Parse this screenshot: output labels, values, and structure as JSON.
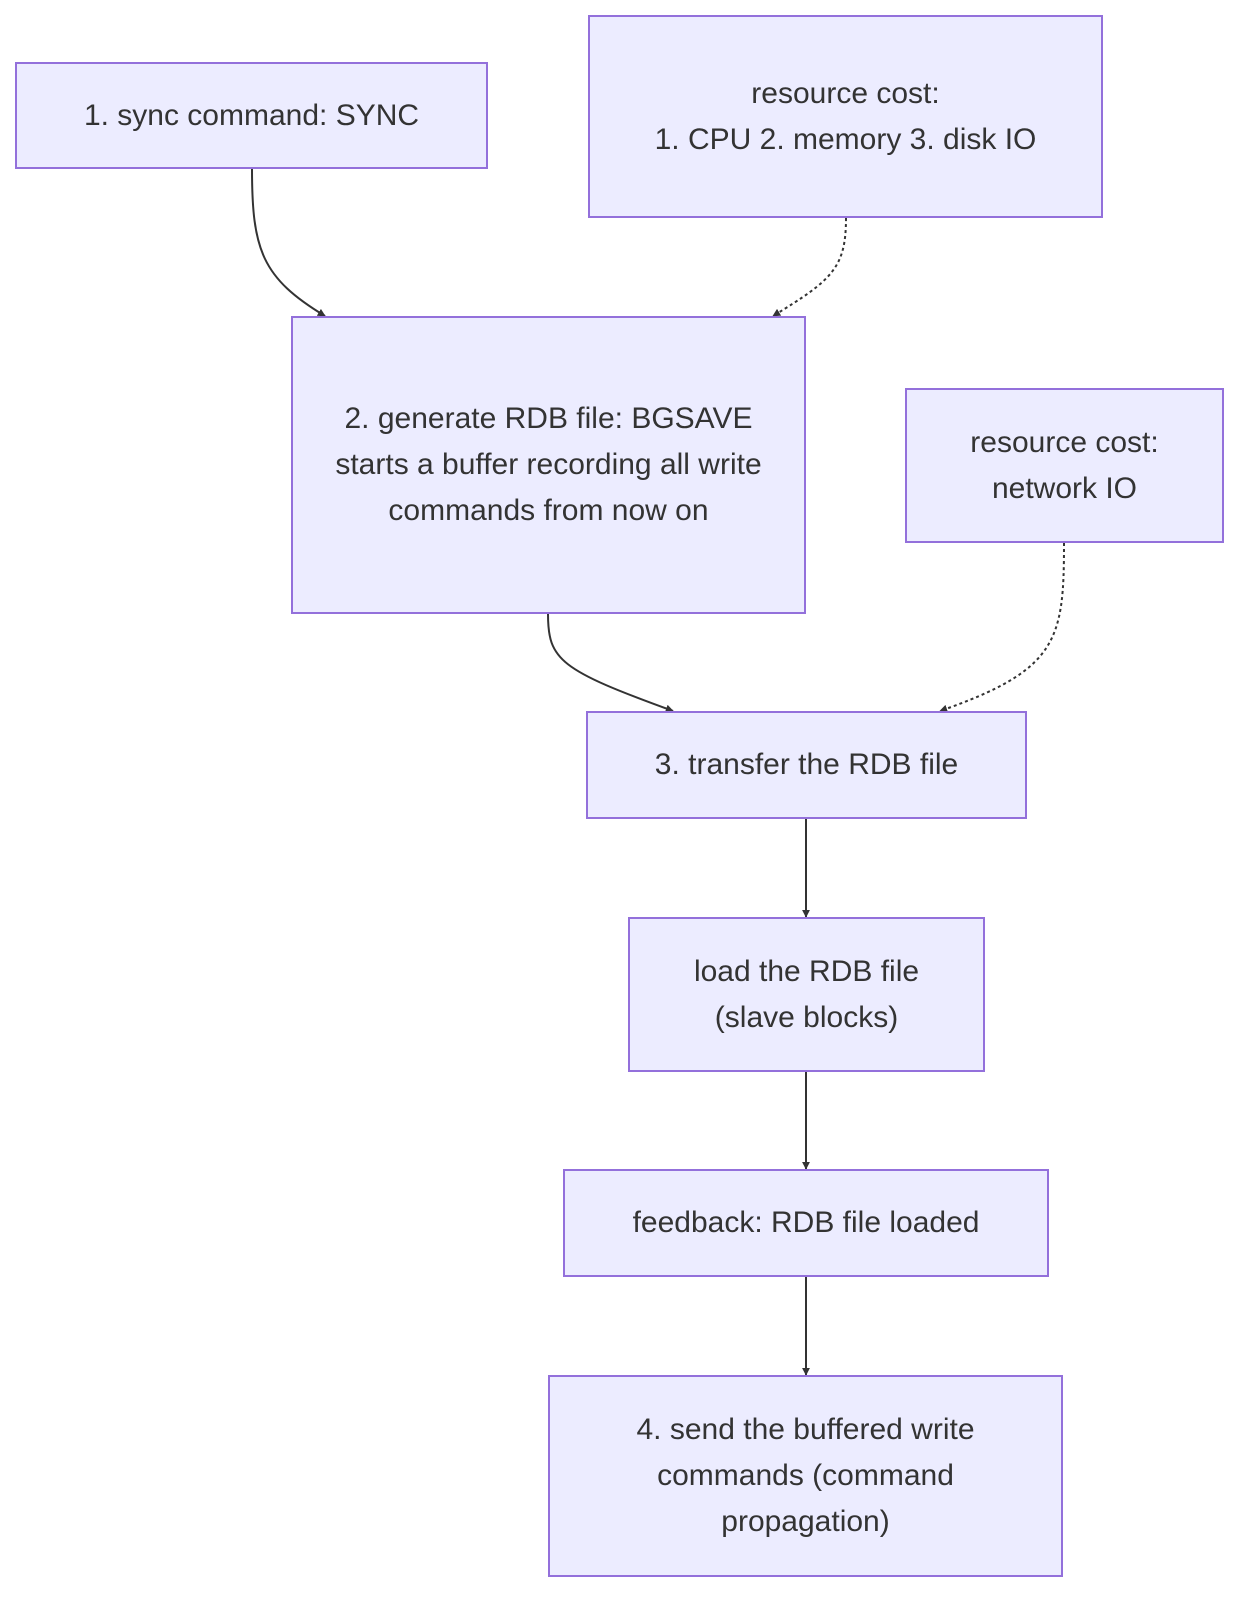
{
  "diagram": {
    "nodes": {
      "sync": {
        "lines": [
          "1. sync command: SYNC"
        ]
      },
      "cost_disk": {
        "lines": [
          "resource cost:",
          "1. CPU  2. memory  3. disk IO"
        ]
      },
      "generate": {
        "lines": [
          "2. generate RDB file: BGSAVE",
          "starts a buffer recording all write",
          "commands from now on"
        ]
      },
      "cost_network": {
        "lines": [
          "resource cost:",
          "network IO"
        ]
      },
      "transfer": {
        "lines": [
          "3. transfer the RDB file"
        ]
      },
      "load": {
        "lines": [
          "load the RDB file",
          "(slave blocks)"
        ]
      },
      "feedback": {
        "lines": [
          "feedback: RDB file loaded"
        ]
      },
      "send": {
        "lines": [
          "4. send the buffered write commands (command propagation)"
        ]
      }
    },
    "edges": [
      {
        "from": "sync",
        "to": "generate",
        "style": "solid"
      },
      {
        "from": "cost_disk",
        "to": "generate",
        "style": "dotted"
      },
      {
        "from": "generate",
        "to": "transfer",
        "style": "solid"
      },
      {
        "from": "cost_network",
        "to": "transfer",
        "style": "dotted"
      },
      {
        "from": "transfer",
        "to": "load",
        "style": "solid"
      },
      {
        "from": "load",
        "to": "feedback",
        "style": "solid"
      },
      {
        "from": "feedback",
        "to": "send",
        "style": "solid"
      }
    ],
    "colors": {
      "node_fill": "#ececff",
      "node_border": "#9370db",
      "edge": "#333333",
      "text": "#333333"
    }
  }
}
